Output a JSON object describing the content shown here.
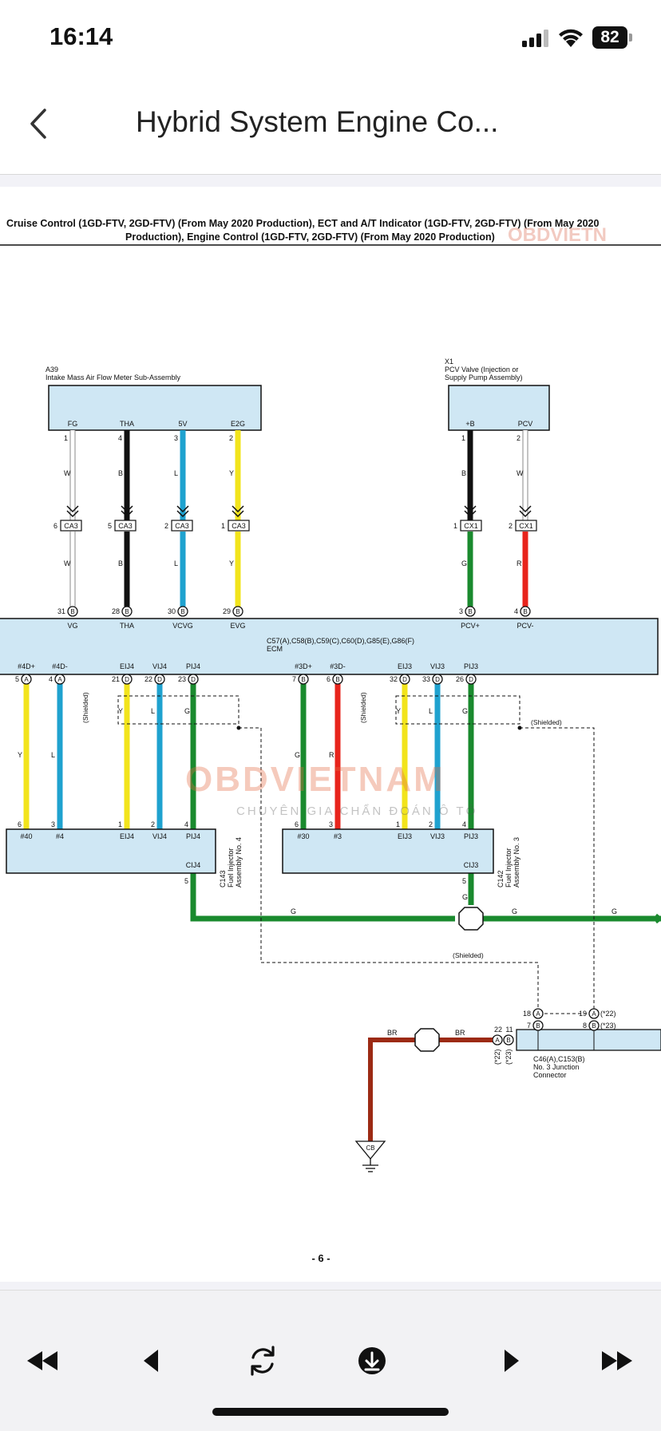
{
  "status": {
    "time": "16:14",
    "battery": "82"
  },
  "nav": {
    "title": "Hybrid System  Engine Co..."
  },
  "doc": {
    "heading_line1": "Cruise Control (1GD-FTV, 2GD-FTV) (From May 2020 Production), ECT and A/T Indicator (1GD-FTV, 2GD-FTV) (From May 2020",
    "heading_line2": "Production), Engine Control (1GD-FTV, 2GD-FTV) (From May 2020 Production)",
    "page_number": "- 6 -",
    "watermark": "OBDVIETNAM",
    "watermark_sub": "CHUYÊN GIA CHẨN ĐOÁN Ô TÔ",
    "header_watermark": "OBDVIETN",
    "a39": {
      "code": "A39",
      "name": "Intake Mass Air Flow Meter Sub-Assembly",
      "pins": [
        "FG",
        "THA",
        "5V",
        "E2G"
      ],
      "pin_nums": [
        "1",
        "4",
        "3",
        "2"
      ]
    },
    "x1": {
      "code": "X1",
      "name1": "PCV Valve (Injection or",
      "name2": "Supply Pump Assembly)",
      "pins": [
        "+B",
        "PCV"
      ],
      "pin_nums": [
        "1",
        "2"
      ]
    },
    "ca3": {
      "label": "CA3",
      "nums": [
        "6",
        "5",
        "2",
        "1"
      ]
    },
    "cx1": {
      "label": "CX1",
      "nums": [
        "1",
        "2"
      ]
    },
    "ecm": {
      "label1": "C57(A),C58(B),C59(C),C60(D),G85(E),G86(F)",
      "label2": "ECM",
      "top_nums": [
        "31",
        "28",
        "30",
        "29",
        "3",
        "4"
      ],
      "top_pins": [
        "VG",
        "THA",
        "VCVG",
        "EVG",
        "PCV+",
        "PCV-"
      ],
      "top_conn": [
        "B",
        "B",
        "B",
        "B",
        "B",
        "B"
      ],
      "bottom_pins": [
        "#4D+",
        "#4D-",
        "EIJ4",
        "VIJ4",
        "PIJ4",
        "#3D+",
        "#3D-",
        "EIJ3",
        "VIJ3",
        "PIJ3"
      ],
      "bottom_nums": [
        "5",
        "4",
        "21",
        "22",
        "23",
        "7",
        "6",
        "32",
        "33",
        "26"
      ],
      "bottom_conn": [
        "A",
        "A",
        "D",
        "D",
        "D",
        "B",
        "B",
        "D",
        "D",
        "D"
      ]
    },
    "wire_colors": {
      "W": "W",
      "B": "B",
      "L": "L",
      "Y": "Y",
      "G": "G",
      "R": "R",
      "BR": "BR"
    },
    "c143": {
      "pins": [
        "#40",
        "#4",
        "EIJ4",
        "VIJ4",
        "PIJ4"
      ],
      "nums": [
        "6",
        "3",
        "1",
        "2",
        "4"
      ],
      "cij": "CIJ4",
      "cij_num": "5",
      "name1": "C143",
      "name2": "Fuel Injector",
      "name3": "Assembly No. 4"
    },
    "c142": {
      "pins": [
        "#30",
        "#3",
        "EIJ3",
        "VIJ3",
        "PIJ3"
      ],
      "nums": [
        "6",
        "3",
        "1",
        "2",
        "4"
      ],
      "cij": "CIJ3",
      "cij_num": "5",
      "name1": "C142",
      "name2": "Fuel Injector",
      "name3": "Assembly No. 3"
    },
    "shielded": "(Shielded)",
    "junction": {
      "name1": "C46(A),C153(B)",
      "name2": "No. 3 Junction",
      "name3": "Connector",
      "n18": "18",
      "n19": "19",
      "n7": "7",
      "n8": "8",
      "n22": "22",
      "n11": "11",
      "t22": "(*22)",
      "t23": "(*23)"
    },
    "ground": "CB"
  },
  "toolbar": {
    "icons": [
      "first-page-icon",
      "prev-page-icon",
      "refresh-icon",
      "download-icon",
      "next-page-icon",
      "last-page-icon"
    ]
  }
}
